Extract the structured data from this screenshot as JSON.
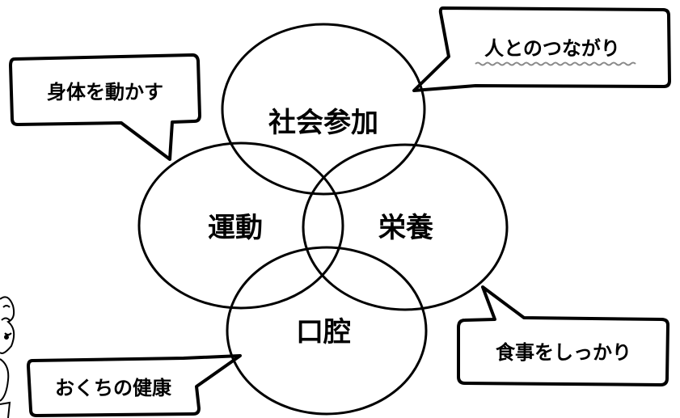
{
  "circles": {
    "social": "社会参加",
    "exercise": "運動",
    "nutrition": "栄養",
    "oral": "口腔"
  },
  "callouts": {
    "social": "人とのつながり",
    "exercise": "身体を動かす",
    "nutrition": "食事をしっかり",
    "oral": "おくちの健康"
  },
  "colors": {
    "stroke": "#000000",
    "fill": "#ffffff",
    "underline_accent": "#8a8a8a"
  }
}
